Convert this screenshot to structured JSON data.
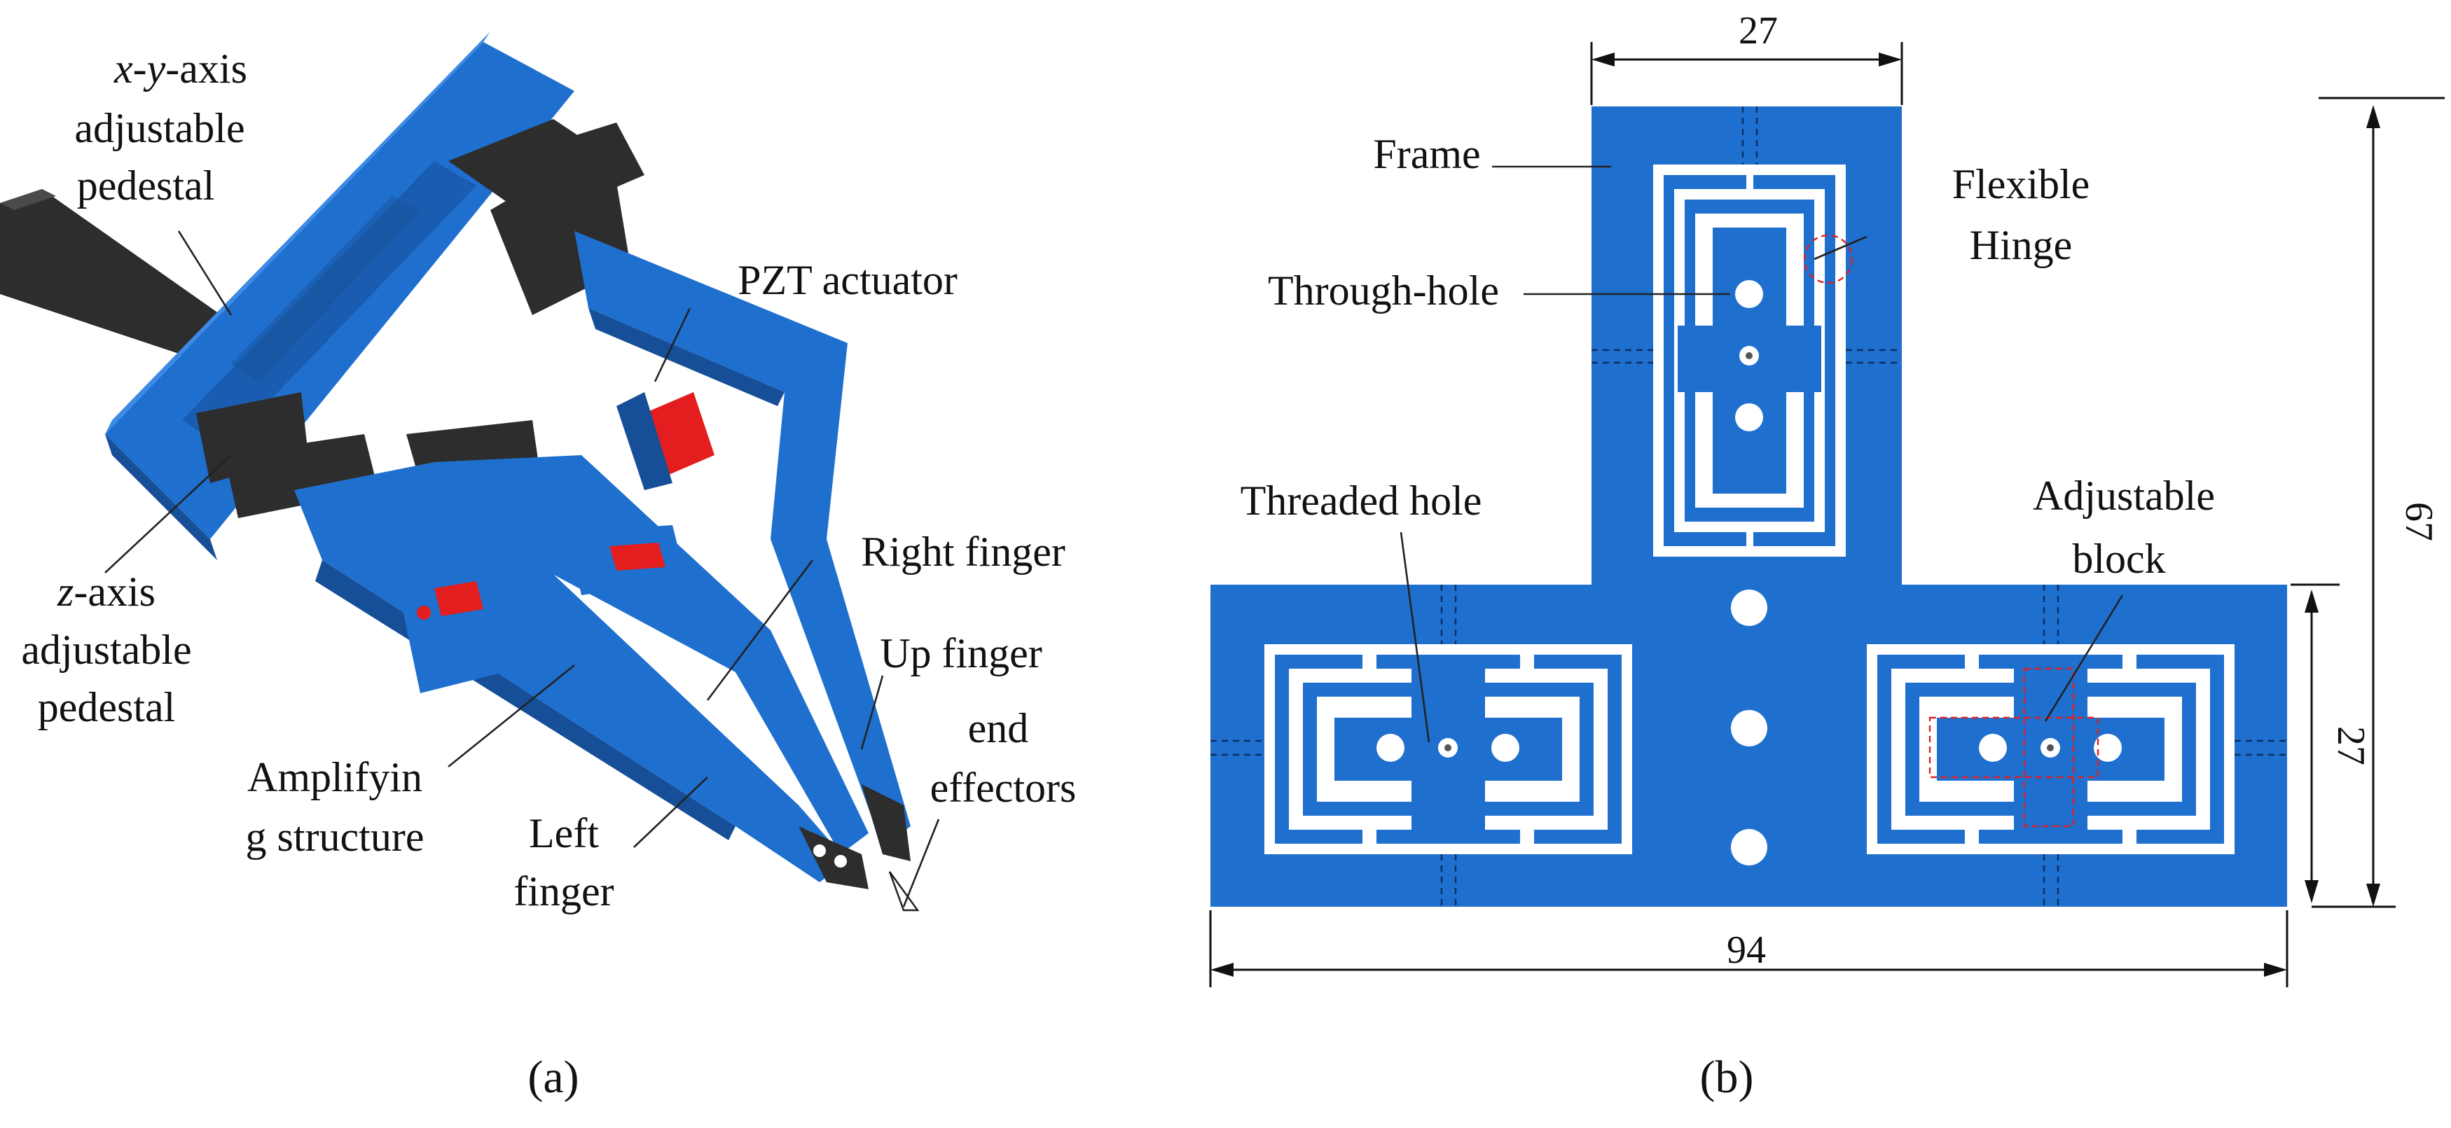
{
  "panel_a": {
    "caption": "(a)",
    "labels": {
      "xy_pedestal_line1_italic": "x-y",
      "xy_pedestal_line1_rest": "-axis",
      "xy_pedestal_line2": "adjustable",
      "xy_pedestal_line3": "pedestal",
      "pzt_actuator": "PZT actuator",
      "z_pedestal_line1_italic": "z",
      "z_pedestal_line1_rest": "-axis",
      "z_pedestal_line2": "adjustable",
      "z_pedestal_line3": "pedestal",
      "right_finger": "Right finger",
      "up_finger": "Up finger",
      "end_effectors_line1": "end",
      "end_effectors_line2": "effectors",
      "amplifying_line1": "Amplifyin",
      "amplifying_line2": "g structure",
      "left_finger_line1": "Left",
      "left_finger_line2": "finger"
    }
  },
  "panel_b": {
    "caption": "(b)",
    "labels": {
      "frame": "Frame",
      "flexible_line1": "Flexible",
      "flexible_line2": "Hinge",
      "through_hole": "Through-hole",
      "threaded_hole": "Threaded hole",
      "adjustable_line1": "Adjustable",
      "adjustable_line2": "block"
    },
    "dimensions": {
      "top_width": "27",
      "total_height": "67",
      "side_height": "27",
      "total_width": "94"
    }
  },
  "colors": {
    "structure_blue": "#1f6fcf",
    "actuator_red": "#e41e1e",
    "pedestal_black": "#2d2d2d"
  }
}
